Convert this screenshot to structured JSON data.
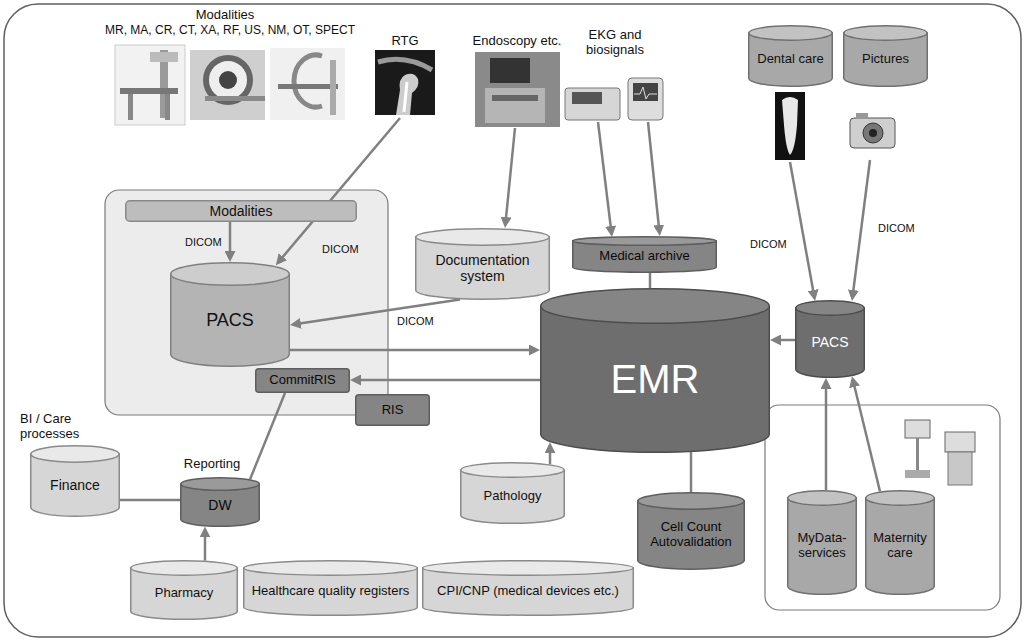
{
  "diagram": {
    "nodes": [
      {
        "text": [
          "Dental care"
        ]
      },
      {
        "text": [
          "Pictures"
        ]
      },
      {
        "text": [
          "Modalities"
        ]
      },
      {
        "text": [
          "Documentation system"
        ]
      },
      {
        "text": [
          "Medical archive"
        ]
      },
      {
        "text": [
          "PACS"
        ]
      },
      {
        "text": [
          "EMR"
        ]
      },
      {
        "text": [
          "PACS"
        ]
      },
      {
        "text": [
          "CommitRIS"
        ]
      },
      {
        "text": [
          "RIS"
        ]
      },
      {
        "text": [
          "Pathology"
        ]
      },
      {
        "text": [
          "Finance"
        ]
      },
      {
        "text": [
          "DW"
        ]
      },
      {
        "text": [
          "Cell Count Autovalidation"
        ]
      },
      {
        "text": [
          "MyData-services"
        ]
      },
      {
        "text": [
          "Maternity care"
        ]
      },
      {
        "text": [
          "Pharmacy"
        ]
      },
      {
        "text": [
          "Healthcare quality registers"
        ]
      },
      {
        "text": [
          "CPI/CNP (medical devices etc.)"
        ]
      }
    ],
    "edges": [
      {
        "from": 2,
        "to": 5,
        "label": "DICOM",
        "arrow": "to"
      },
      {
        "from": 3,
        "to": 5,
        "label": "DICOM",
        "arrow": "to"
      },
      {
        "from": 5,
        "to": 6,
        "arrow": "to"
      },
      {
        "from": 6,
        "to": 8,
        "arrow": "to"
      },
      {
        "from": 4,
        "to": 6,
        "arrow": "none"
      },
      {
        "from": 10,
        "to": 6,
        "arrow": "to"
      },
      {
        "from": 6,
        "to": 13,
        "arrow": "none"
      },
      {
        "from": 7,
        "to": 6,
        "arrow": "to"
      },
      {
        "from": 14,
        "to": 7,
        "arrow": "to"
      },
      {
        "from": 15,
        "to": 7,
        "arrow": "to"
      },
      {
        "from": 8,
        "to": 12,
        "arrow": "none"
      },
      {
        "from": 11,
        "to": 12,
        "arrow": "none"
      },
      {
        "from": 16,
        "to": 12,
        "arrow": "to"
      }
    ],
    "labels": [
      "Modalities",
      "MR, MA, CR, CT, XA, RF, US, NM, OT, SPECT",
      "RTG",
      "Endoscopy etc.",
      "EKG and biosignals",
      "DICOM",
      "DICOM",
      "DICOM",
      "BI / Care processes",
      "Reporting"
    ]
  }
}
